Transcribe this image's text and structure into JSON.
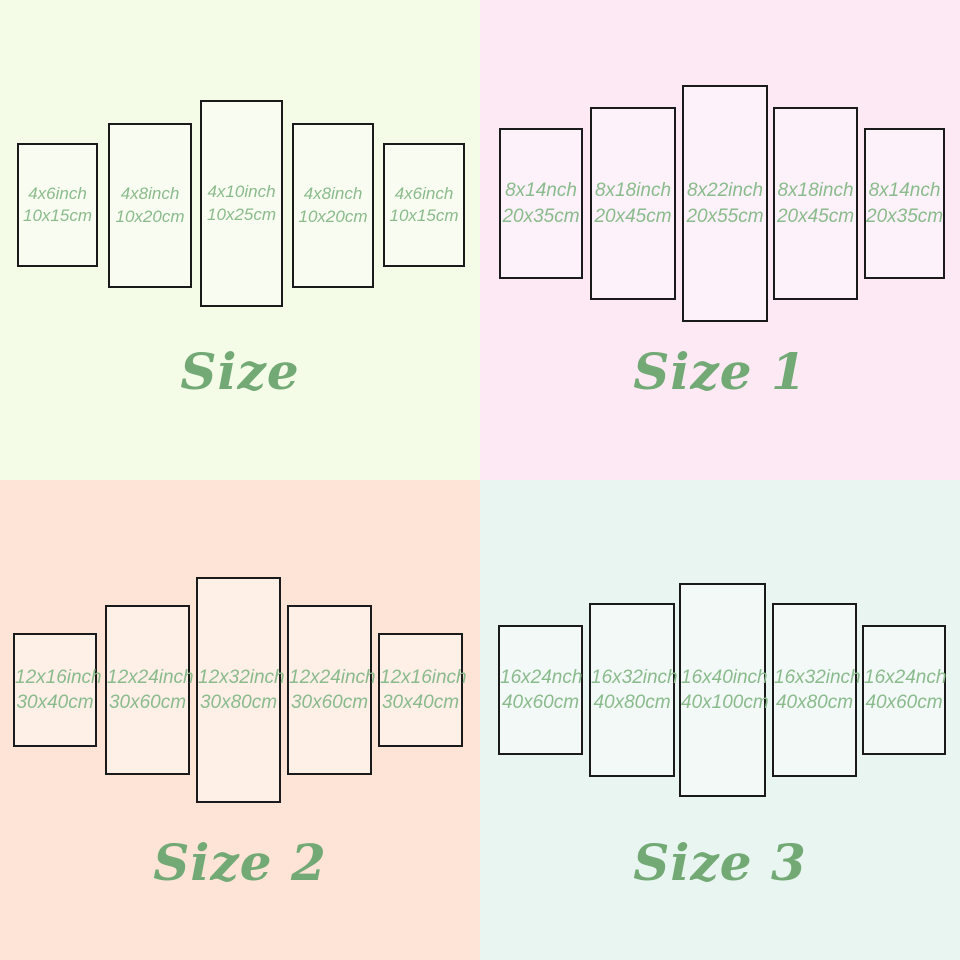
{
  "colors": {
    "label_text": "#8bbb8d",
    "title_text": "#72a975",
    "panel_border": "#1a1a1a",
    "bg_top_left": "#f4fbe7",
    "bg_top_right": "#fce9f4",
    "bg_bottom_left": "#fde4d6",
    "bg_bottom_right": "#e8f5f1"
  },
  "quadrants": [
    {
      "title": "Size",
      "bg": "#f4fbe7",
      "panels": [
        {
          "inch": "4x6inch",
          "cm": "10x15cm"
        },
        {
          "inch": "4x8inch",
          "cm": "10x20cm"
        },
        {
          "inch": "4x10inch",
          "cm": "10x25cm"
        },
        {
          "inch": "4x8inch",
          "cm": "10x20cm"
        },
        {
          "inch": "4x6inch",
          "cm": "10x15cm"
        }
      ]
    },
    {
      "title": "Size 1",
      "bg": "#fce9f4",
      "panels": [
        {
          "inch": "8x14nch",
          "cm": "20x35cm"
        },
        {
          "inch": "8x18inch",
          "cm": "20x45cm"
        },
        {
          "inch": "8x22inch",
          "cm": "20x55cm"
        },
        {
          "inch": "8x18inch",
          "cm": "20x45cm"
        },
        {
          "inch": "8x14nch",
          "cm": "20x35cm"
        }
      ]
    },
    {
      "title": "Size 2",
      "bg": "#fde4d6",
      "panels": [
        {
          "inch": "12x16inch",
          "cm": "30x40cm"
        },
        {
          "inch": "12x24inch",
          "cm": "30x60cm"
        },
        {
          "inch": "12x32inch",
          "cm": "30x80cm"
        },
        {
          "inch": "12x24inch",
          "cm": "30x60cm"
        },
        {
          "inch": "12x16inch",
          "cm": "30x40cm"
        }
      ]
    },
    {
      "title": "Size 3",
      "bg": "#e8f5f1",
      "panels": [
        {
          "inch": "16x24nch",
          "cm": "40x60cm"
        },
        {
          "inch": "16x32inch",
          "cm": "40x80cm"
        },
        {
          "inch": "16x40inch",
          "cm": "40x100cm"
        },
        {
          "inch": "16x32inch",
          "cm": "40x80cm"
        },
        {
          "inch": "16x24nch",
          "cm": "40x60cm"
        }
      ]
    }
  ]
}
